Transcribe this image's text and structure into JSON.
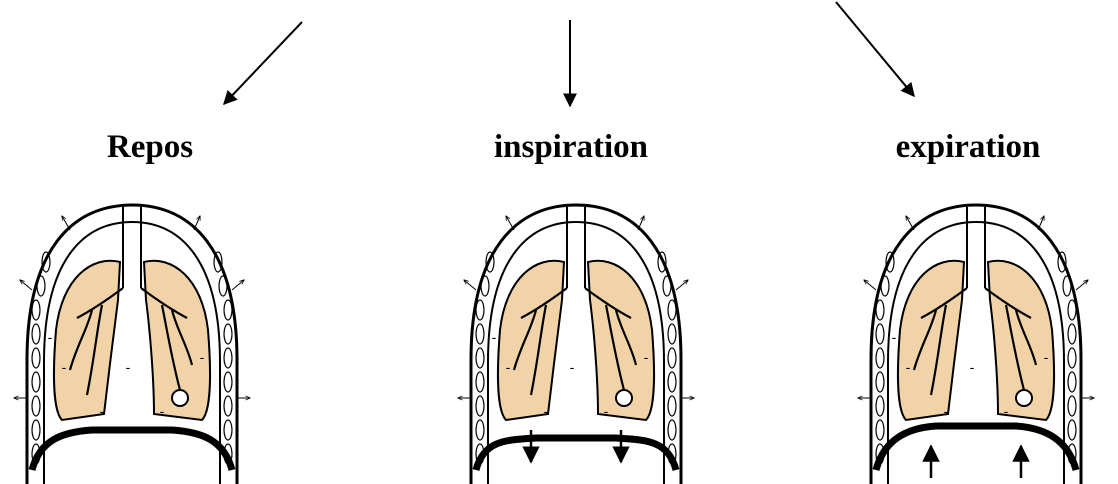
{
  "diagram": {
    "panels": [
      {
        "id": "rest",
        "title": "Repos",
        "diaphragm_arrows": "none"
      },
      {
        "id": "inspiration",
        "title": "inspiration",
        "diaphragm_arrows": "down"
      },
      {
        "id": "expiration",
        "title": "expiration",
        "diaphragm_arrows": "up"
      }
    ],
    "pleural_sign": "-",
    "colors": {
      "lung_fill": "#f2d3a7",
      "stroke": "#000000",
      "background": "#ffffff"
    }
  }
}
